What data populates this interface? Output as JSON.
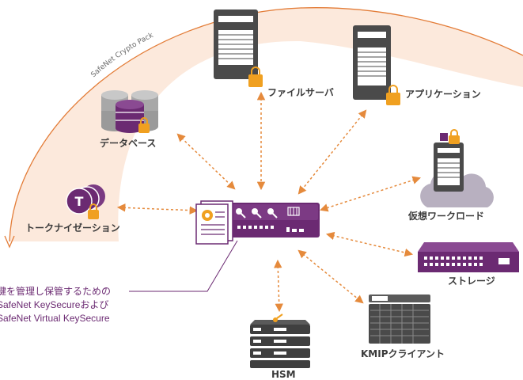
{
  "arc_label": "SafeNet Crypto Pack",
  "labels": {
    "file_server": "ファイルサーバ",
    "application": "アプリケーション",
    "database": "データベース",
    "virtual_workload": "仮想ワークロード",
    "tokenization": "トークナイゼーション",
    "storage": "ストレージ",
    "hsm": "HSM",
    "kmip_client": "KMIPクライアント"
  },
  "caption": [
    "鍵を管理し保管するための",
    "SafeNet KeySecureおよび",
    "SafeNet Virtual KeySecure"
  ],
  "token_letter": "T",
  "colors": {
    "arc_fill": "#fce9dc",
    "arc_stroke": "#e37c37",
    "arrow": "#e58a3c",
    "purple": "#6b2a72",
    "server_dark": "#4a4a4a",
    "lock": "#f0a020"
  }
}
